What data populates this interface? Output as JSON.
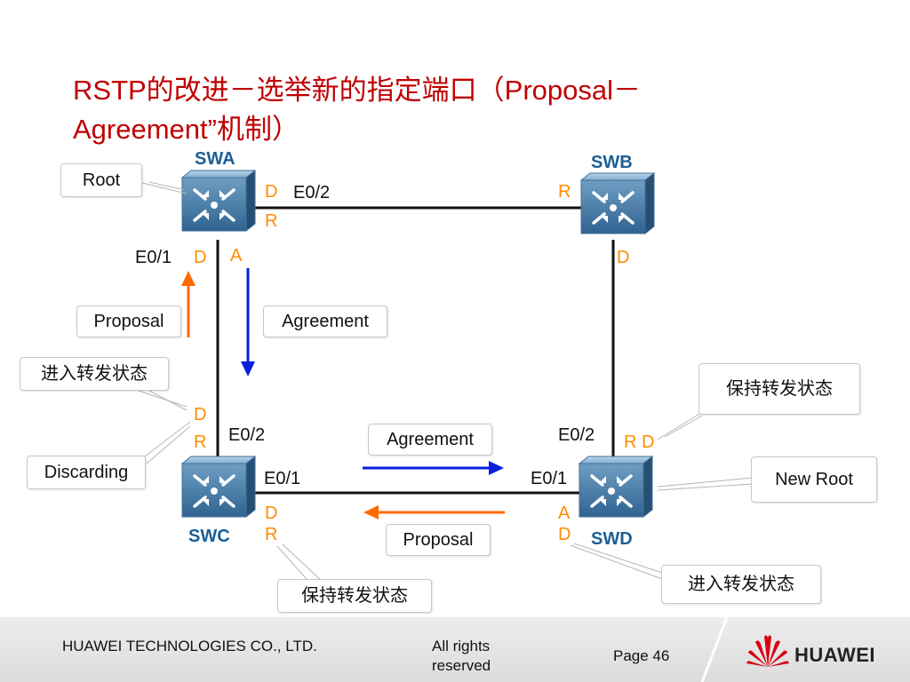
{
  "title": {
    "line1": "RSTP的改进－选举新的指定端口（Proposal－",
    "line2": "Agreement”机制）"
  },
  "switches": {
    "swa": "SWA",
    "swb": "SWB",
    "swc": "SWC",
    "swd": "SWD"
  },
  "ports": {
    "swa_e02": "E0/2",
    "swa_e01": "E0/1",
    "swc_e02": "E0/2",
    "swc_e01": "E0/1",
    "swd_e02": "E0/2",
    "swd_e01": "E0/1"
  },
  "roles": {
    "swa_e02_d": "D",
    "swa_e02_r": "R",
    "swa_e01_d": "D",
    "swa_e01_a": "A",
    "swb_top_r": "R",
    "swb_bottom_d": "D",
    "swc_e02_d": "D",
    "swc_e02_r": "R",
    "swc_e01_d": "D",
    "swc_e01_r": "R",
    "swd_e02_rd": "R D",
    "swd_e01_a": "A",
    "swd_e01_d": "D"
  },
  "callouts": {
    "root": "Root",
    "new_root": "New Root",
    "discarding": "Discarding",
    "enter_forwarding_left": "进入转发状态",
    "keep_forwarding_right": "保持转发状态",
    "keep_forwarding_bottom": "保持转发状态",
    "enter_forwarding_bottom": "进入转发状态"
  },
  "messages": {
    "proposal_left": "Proposal",
    "agreement_left": "Agreement",
    "agreement_bottom": "Agreement",
    "proposal_bottom": "Proposal"
  },
  "colors": {
    "title": "#c00000",
    "switch_name": "#1b5f96",
    "port_role": "#ff8c00",
    "proposal_arrow": "#ff6a00",
    "agreement_arrow": "#0a1edc"
  },
  "footer": {
    "company": "HUAWEI TECHNOLOGIES CO., LTD.",
    "rights": "All rights reserved",
    "page": "Page 46",
    "logo": "HUAWEI"
  }
}
